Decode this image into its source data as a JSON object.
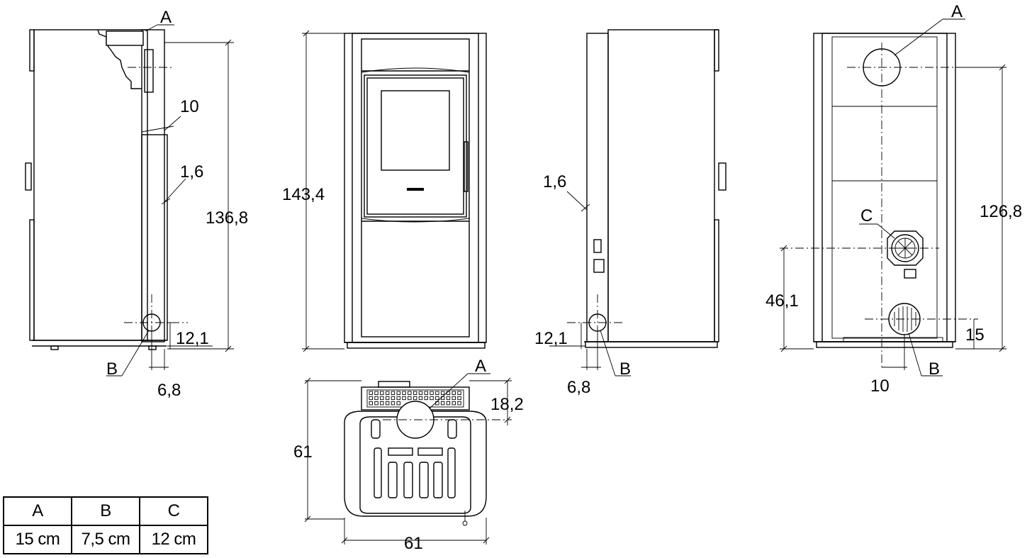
{
  "labels": {
    "a": "A",
    "b": "B",
    "c": "C"
  },
  "side_left": {
    "dim_10": "10",
    "dim_1_6": "1,6",
    "dim_136_8": "136,8",
    "dim_12_1": "12,1",
    "dim_6_8": "6,8"
  },
  "front": {
    "dim_143_4": "143,4"
  },
  "top": {
    "dim_61_depth": "61",
    "dim_61_width": "61",
    "dim_18_2": "18,2"
  },
  "side_right": {
    "dim_1_6": "1,6",
    "dim_12_1": "12,1",
    "dim_6_8": "6,8"
  },
  "back": {
    "dim_126_8": "126,8",
    "dim_46_1": "46,1",
    "dim_15": "15",
    "dim_10": "10"
  },
  "legend": {
    "headers": [
      "A",
      "B",
      "C"
    ],
    "values": [
      "15 cm",
      "7,5 cm",
      "12 cm"
    ]
  }
}
